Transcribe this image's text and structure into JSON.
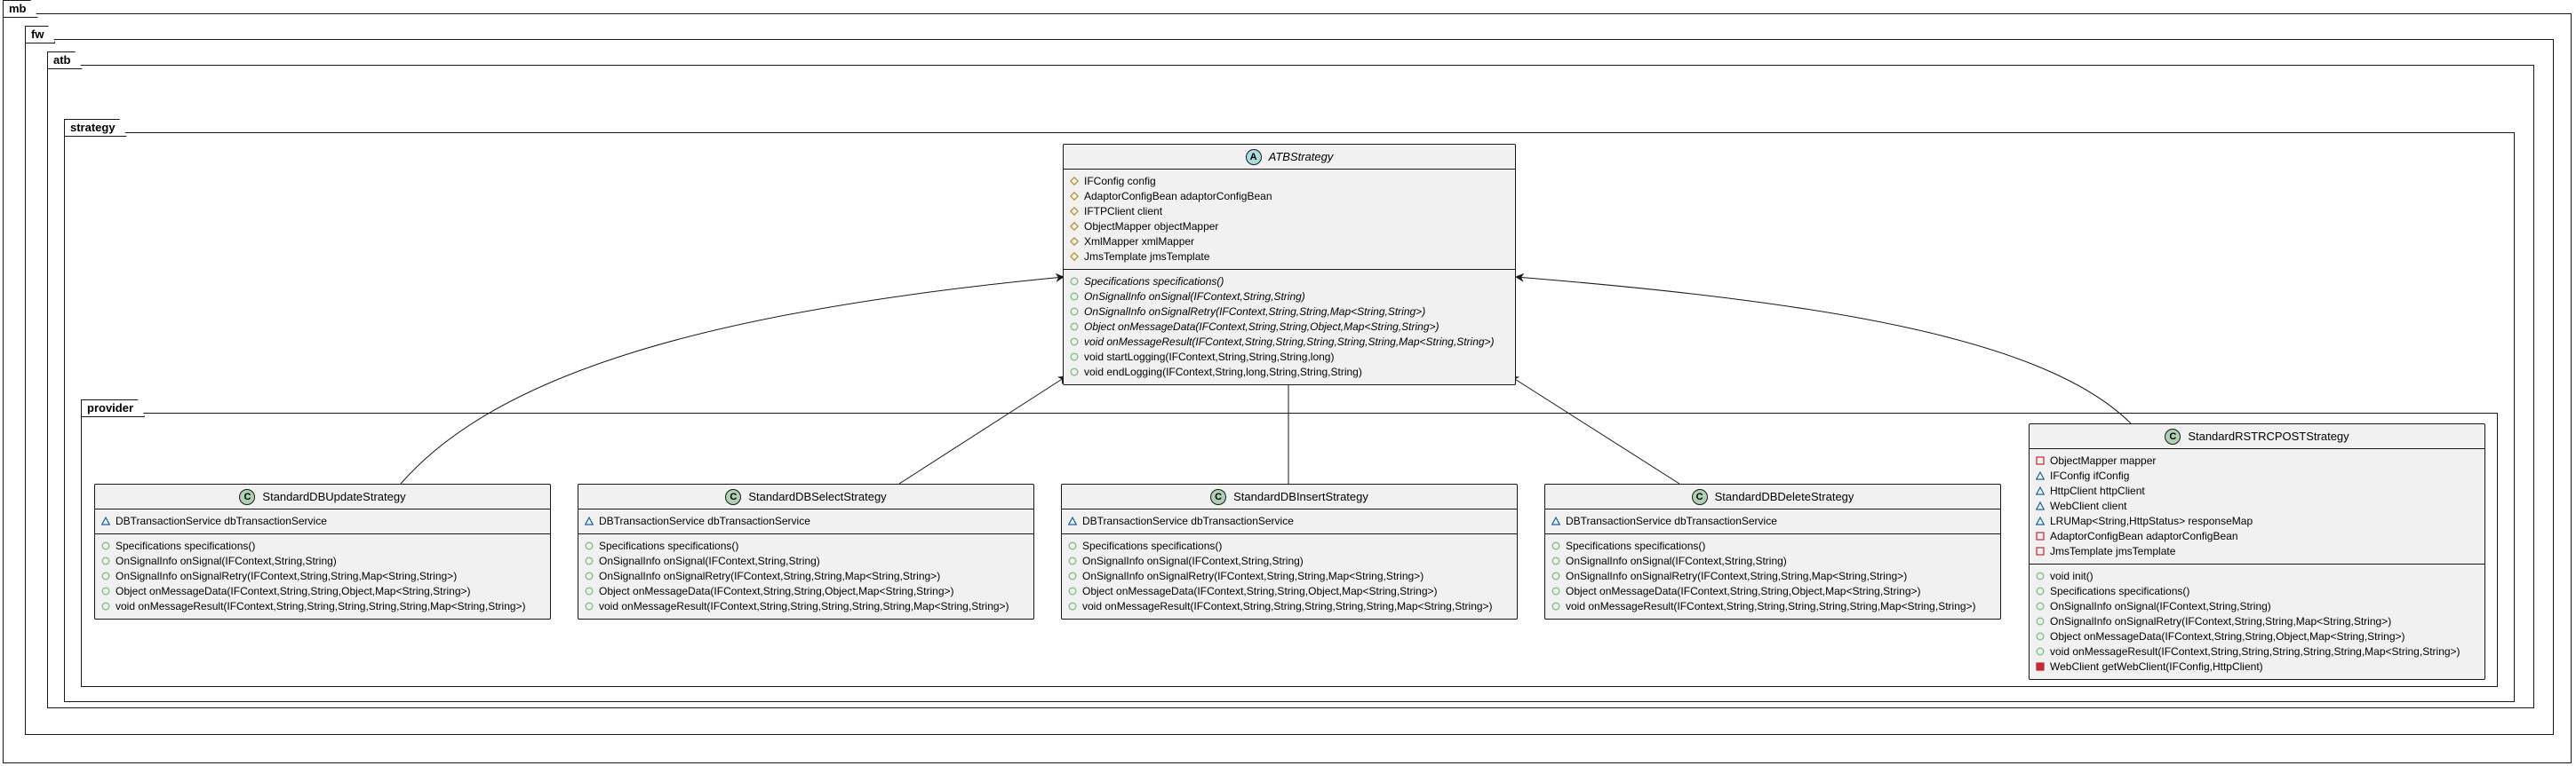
{
  "packages": {
    "mb": "mb",
    "fw": "fw",
    "atb": "atb",
    "strategy": "strategy",
    "provider": "provider"
  },
  "colors": {
    "class_badge": "#add1b2",
    "abstract_badge": "#a9dcdf",
    "protected": "#b38d22",
    "public": "#84be84",
    "package": "#1963a0",
    "private": "#c82930"
  },
  "atb": {
    "badge": "A",
    "name": "ATBStrategy",
    "fields": [
      {
        "vis": "protected",
        "text": "IFConfig config"
      },
      {
        "vis": "protected",
        "text": "AdaptorConfigBean adaptorConfigBean"
      },
      {
        "vis": "protected",
        "text": "IFTPClient client"
      },
      {
        "vis": "protected",
        "text": "ObjectMapper objectMapper"
      },
      {
        "vis": "protected",
        "text": "XmlMapper xmlMapper"
      },
      {
        "vis": "protected",
        "text": "JmsTemplate jmsTemplate"
      }
    ],
    "methods": [
      {
        "vis": "public",
        "text": "Specifications specifications()",
        "italic": true
      },
      {
        "vis": "public",
        "text": "OnSignalInfo onSignal(IFContext,String,String)",
        "italic": true
      },
      {
        "vis": "public",
        "text": "OnSignalInfo onSignalRetry(IFContext,String,String,Map<String,String>)",
        "italic": true
      },
      {
        "vis": "public",
        "text": "Object onMessageData(IFContext,String,String,Object,Map<String,String>)",
        "italic": true
      },
      {
        "vis": "public",
        "text": "void onMessageResult(IFContext,String,String,String,String,String,Map<String,String>)",
        "italic": true
      },
      {
        "vis": "public",
        "text": "void startLogging(IFContext,String,String,String,long)",
        "italic": false
      },
      {
        "vis": "public",
        "text": "void endLogging(IFContext,String,long,String,String,String)",
        "italic": false
      }
    ]
  },
  "classes": [
    {
      "id": "update",
      "badge": "C",
      "name": "StandardDBUpdateStrategy",
      "fields": [
        {
          "vis": "package",
          "text": "DBTransactionService dbTransactionService"
        }
      ],
      "methods": [
        {
          "vis": "public",
          "text": "Specifications specifications()"
        },
        {
          "vis": "public",
          "text": "OnSignalInfo onSignal(IFContext,String,String)"
        },
        {
          "vis": "public",
          "text": "OnSignalInfo onSignalRetry(IFContext,String,String,Map<String,String>)"
        },
        {
          "vis": "public",
          "text": "Object onMessageData(IFContext,String,String,Object,Map<String,String>)"
        },
        {
          "vis": "public",
          "text": "void onMessageResult(IFContext,String,String,String,String,String,Map<String,String>)"
        }
      ]
    },
    {
      "id": "select",
      "badge": "C",
      "name": "StandardDBSelectStrategy",
      "fields": [
        {
          "vis": "package",
          "text": "DBTransactionService dbTransactionService"
        }
      ],
      "methods": [
        {
          "vis": "public",
          "text": "Specifications specifications()"
        },
        {
          "vis": "public",
          "text": "OnSignalInfo onSignal(IFContext,String,String)"
        },
        {
          "vis": "public",
          "text": "OnSignalInfo onSignalRetry(IFContext,String,String,Map<String,String>)"
        },
        {
          "vis": "public",
          "text": "Object onMessageData(IFContext,String,String,Object,Map<String,String>)"
        },
        {
          "vis": "public",
          "text": "void onMessageResult(IFContext,String,String,String,String,String,Map<String,String>)"
        }
      ]
    },
    {
      "id": "insert",
      "badge": "C",
      "name": "StandardDBInsertStrategy",
      "fields": [
        {
          "vis": "package",
          "text": "DBTransactionService dbTransactionService"
        }
      ],
      "methods": [
        {
          "vis": "public",
          "text": "Specifications specifications()"
        },
        {
          "vis": "public",
          "text": "OnSignalInfo onSignal(IFContext,String,String)"
        },
        {
          "vis": "public",
          "text": "OnSignalInfo onSignalRetry(IFContext,String,String,Map<String,String>)"
        },
        {
          "vis": "public",
          "text": "Object onMessageData(IFContext,String,String,Object,Map<String,String>)"
        },
        {
          "vis": "public",
          "text": "void onMessageResult(IFContext,String,String,String,String,String,Map<String,String>)"
        }
      ]
    },
    {
      "id": "delete",
      "badge": "C",
      "name": "StandardDBDeleteStrategy",
      "fields": [
        {
          "vis": "package",
          "text": "DBTransactionService dbTransactionService"
        }
      ],
      "methods": [
        {
          "vis": "public",
          "text": "Specifications specifications()"
        },
        {
          "vis": "public",
          "text": "OnSignalInfo onSignal(IFContext,String,String)"
        },
        {
          "vis": "public",
          "text": "OnSignalInfo onSignalRetry(IFContext,String,String,Map<String,String>)"
        },
        {
          "vis": "public",
          "text": "Object onMessageData(IFContext,String,String,Object,Map<String,String>)"
        },
        {
          "vis": "public",
          "text": "void onMessageResult(IFContext,String,String,String,String,String,Map<String,String>)"
        }
      ]
    },
    {
      "id": "rest",
      "badge": "C",
      "name": "StandardRSTRCPOSTStrategy",
      "fields": [
        {
          "vis": "private",
          "text": "ObjectMapper mapper"
        },
        {
          "vis": "package",
          "text": "IFConfig ifConfig"
        },
        {
          "vis": "package",
          "text": "HttpClient httpClient"
        },
        {
          "vis": "package",
          "text": "WebClient client"
        },
        {
          "vis": "package",
          "text": "LRUMap<String,HttpStatus> responseMap"
        },
        {
          "vis": "private",
          "text": "AdaptorConfigBean adaptorConfigBean"
        },
        {
          "vis": "private",
          "text": "JmsTemplate jmsTemplate"
        }
      ],
      "methods": [
        {
          "vis": "public",
          "text": "void init()"
        },
        {
          "vis": "public",
          "text": "Specifications specifications()"
        },
        {
          "vis": "public",
          "text": "OnSignalInfo onSignal(IFContext,String,String)"
        },
        {
          "vis": "public",
          "text": "OnSignalInfo onSignalRetry(IFContext,String,String,Map<String,String>)"
        },
        {
          "vis": "public",
          "text": "Object onMessageData(IFContext,String,String,Object,Map<String,String>)"
        },
        {
          "vis": "public",
          "text": "void onMessageResult(IFContext,String,String,String,String,String,Map<String,String>)"
        },
        {
          "vis": "private_method",
          "text": "WebClient getWebClient(IFConfig,HttpClient)"
        }
      ]
    }
  ]
}
